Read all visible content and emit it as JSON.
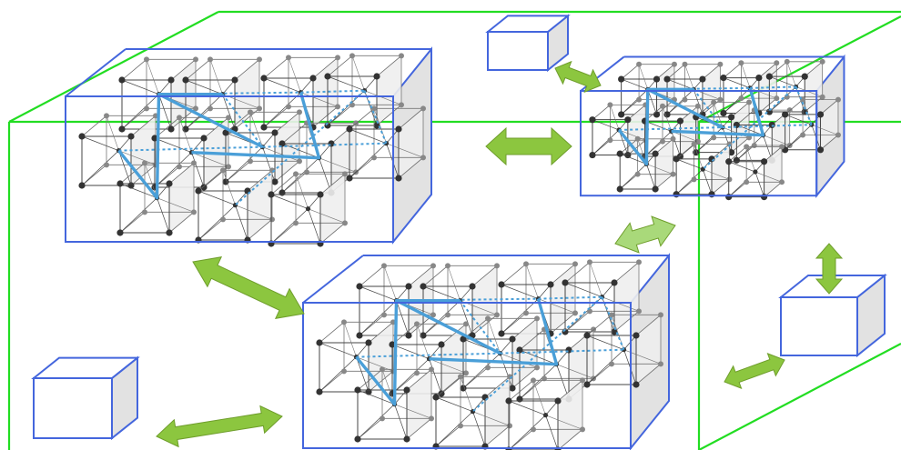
{
  "colors": {
    "outer_box": "#22dd22",
    "box_edge": "#4466dd",
    "box_face": "#eeeeee",
    "box_side": "#e2e2e2",
    "arrow": "#8cc63f",
    "arrow_light": "#a9d97a",
    "arrow_edge": "#6f9e2c",
    "node": "#333333",
    "node_back": "#888888",
    "lattice": "#444444",
    "link_solid": "#4a9fd8",
    "link_dotted": "#4a9fd8"
  },
  "clusters": [
    {
      "id": "cluster-top-left"
    },
    {
      "id": "cluster-top-right"
    },
    {
      "id": "cluster-bottom"
    }
  ],
  "small_boxes": [
    {
      "id": "small-box-top"
    },
    {
      "id": "small-box-right"
    },
    {
      "id": "small-box-bottom-left"
    }
  ],
  "arrows": [
    {
      "id": "arrow-clusters-top",
      "style": "solid"
    },
    {
      "id": "arrow-top-left-to-bottom",
      "style": "solid"
    },
    {
      "id": "arrow-top-right-to-bottom",
      "style": "light"
    },
    {
      "id": "arrow-small-top-to-top-right",
      "style": "solid"
    },
    {
      "id": "arrow-small-right-to-top-right",
      "style": "solid"
    },
    {
      "id": "arrow-small-right-to-bottom",
      "style": "solid"
    },
    {
      "id": "arrow-small-bottom-left-to-bottom",
      "style": "solid"
    }
  ]
}
